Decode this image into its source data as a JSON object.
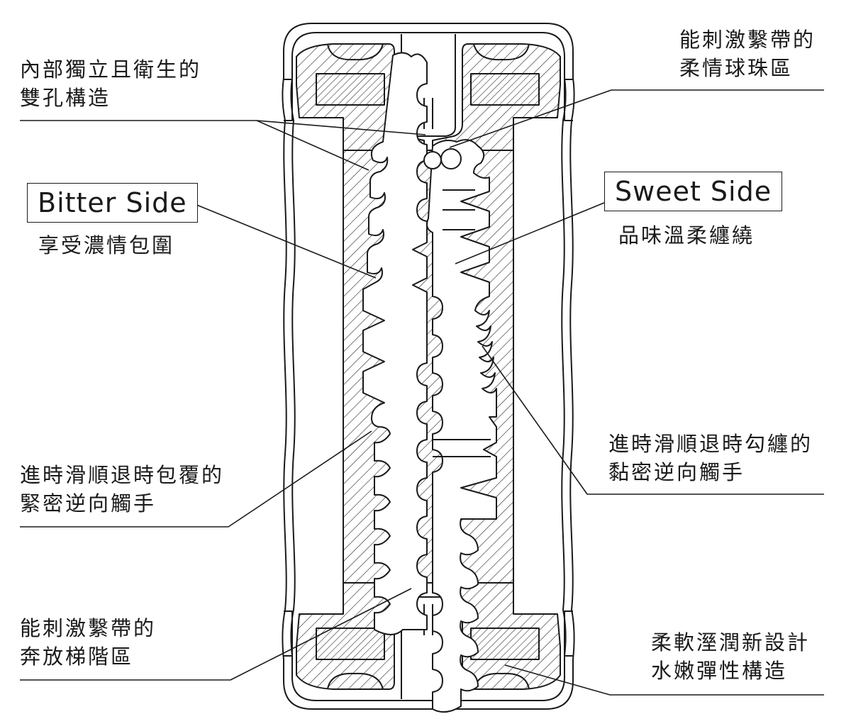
{
  "labels": {
    "top_left": [
      "內部獨立且衛生的",
      "雙孔構造"
    ],
    "top_right": [
      "能刺激繫帶的",
      "柔情球珠區"
    ],
    "bitter_title": "Bitter Side",
    "bitter_sub": "享受濃情包圍",
    "sweet_title": "Sweet Side",
    "sweet_sub": "品味溫柔纏繞",
    "mid_right": [
      "進時滑順退時勾纏的",
      "黏密逆向觸手"
    ],
    "mid_left": [
      "進時滑順退時包覆的",
      "緊密逆向觸手"
    ],
    "bottom_left": [
      "能刺激繫帶的",
      "奔放梯階區"
    ],
    "bottom_right": [
      "柔軟溼潤新設計",
      "水嫩彈性構造"
    ]
  },
  "colors": {
    "ink": "#1a1a1a",
    "background": "#ffffff"
  }
}
